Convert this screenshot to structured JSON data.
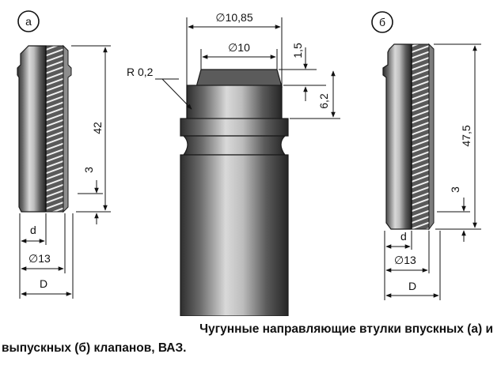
{
  "figure": {
    "label_a": "а",
    "label_b": "б",
    "dimensions": {
      "outer_diameter_top": "∅10,85",
      "inner_diameter_top": "∅10",
      "radius": "R 0,2",
      "collar_height": "1,5",
      "groove_height": "6,2",
      "length_a": "42",
      "length_b": "47,5",
      "chamfer_a": "3",
      "chamfer_b": "3",
      "bore_a": "d",
      "bore_b": "d",
      "dia_a": "∅13",
      "dia_b": "∅13",
      "outer_a": "D",
      "outer_b": "D"
    }
  },
  "caption": {
    "line1": "Чугунные направляющие втулки впускных (а) и",
    "line2": "выпускных (б) клапанов, ВАЗ."
  },
  "colors": {
    "metal_dark": "#3a3a3a",
    "metal_light": "#d8d8d8",
    "ink": "#111111"
  }
}
